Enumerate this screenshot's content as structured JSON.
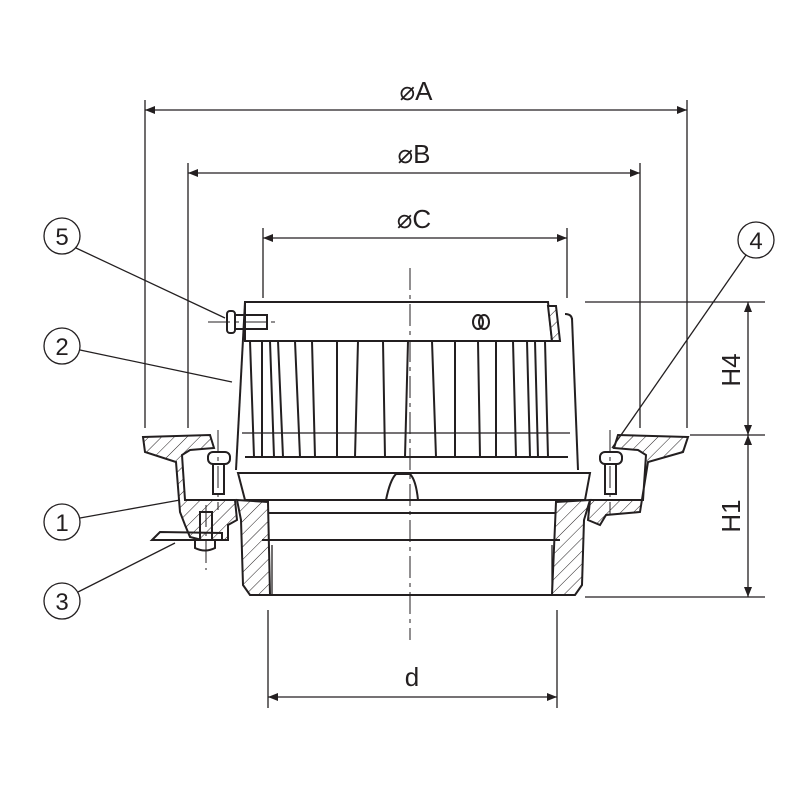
{
  "dimensions": {
    "diameter_a": "⌀A",
    "diameter_b": "⌀B",
    "diameter_c": "⌀C",
    "height_4": "H4",
    "height_1": "H1",
    "outlet_d": "d"
  },
  "callouts": [
    "1",
    "2",
    "3",
    "4",
    "5"
  ],
  "colors": {
    "line": "#231f20",
    "background": "#ffffff"
  }
}
